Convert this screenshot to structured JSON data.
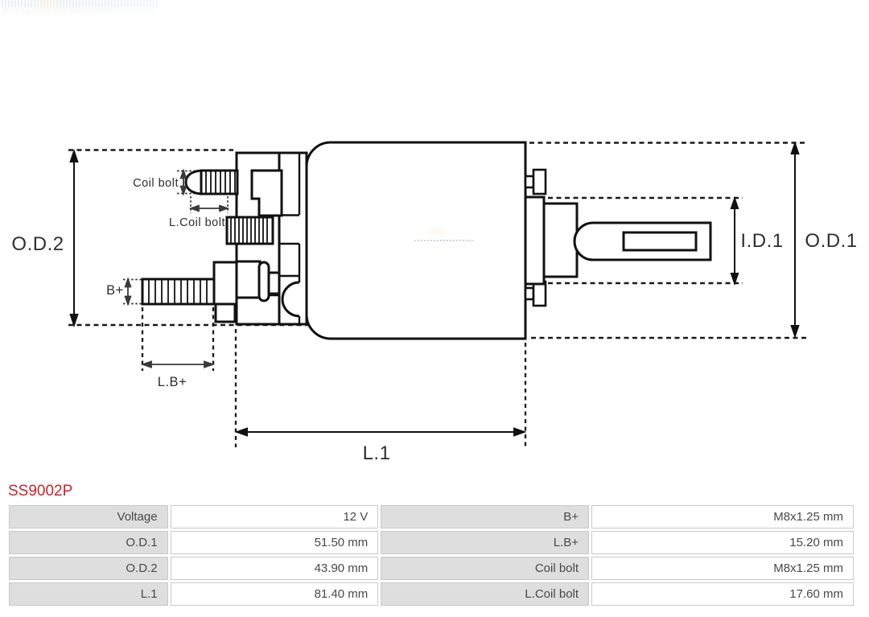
{
  "part_number": "SS9002P",
  "accent_color": "#cc2229",
  "diagram": {
    "labels": {
      "od2": "O.D.2",
      "od1": "O.D.1",
      "id1": "I.D.1",
      "l1": "L.1",
      "lb_plus": "L.B+",
      "b_plus": "B+",
      "coil_bolt": "Coil bolt",
      "l_coil_bolt": "L.Coil bolt"
    }
  },
  "spec_table": {
    "rows": [
      {
        "label1": "Voltage",
        "value1": "12 V",
        "label2": "B+",
        "value2": "M8x1.25 mm"
      },
      {
        "label1": "O.D.1",
        "value1": "51.50 mm",
        "label2": "L.B+",
        "value2": "15.20 mm"
      },
      {
        "label1": "O.D.2",
        "value1": "43.90 mm",
        "label2": "Coil bolt",
        "value2": "M8x1.25 mm"
      },
      {
        "label1": "L.1",
        "value1": "81.40 mm",
        "label2": "L.Coil bolt",
        "value2": "17.60 mm"
      }
    ]
  }
}
